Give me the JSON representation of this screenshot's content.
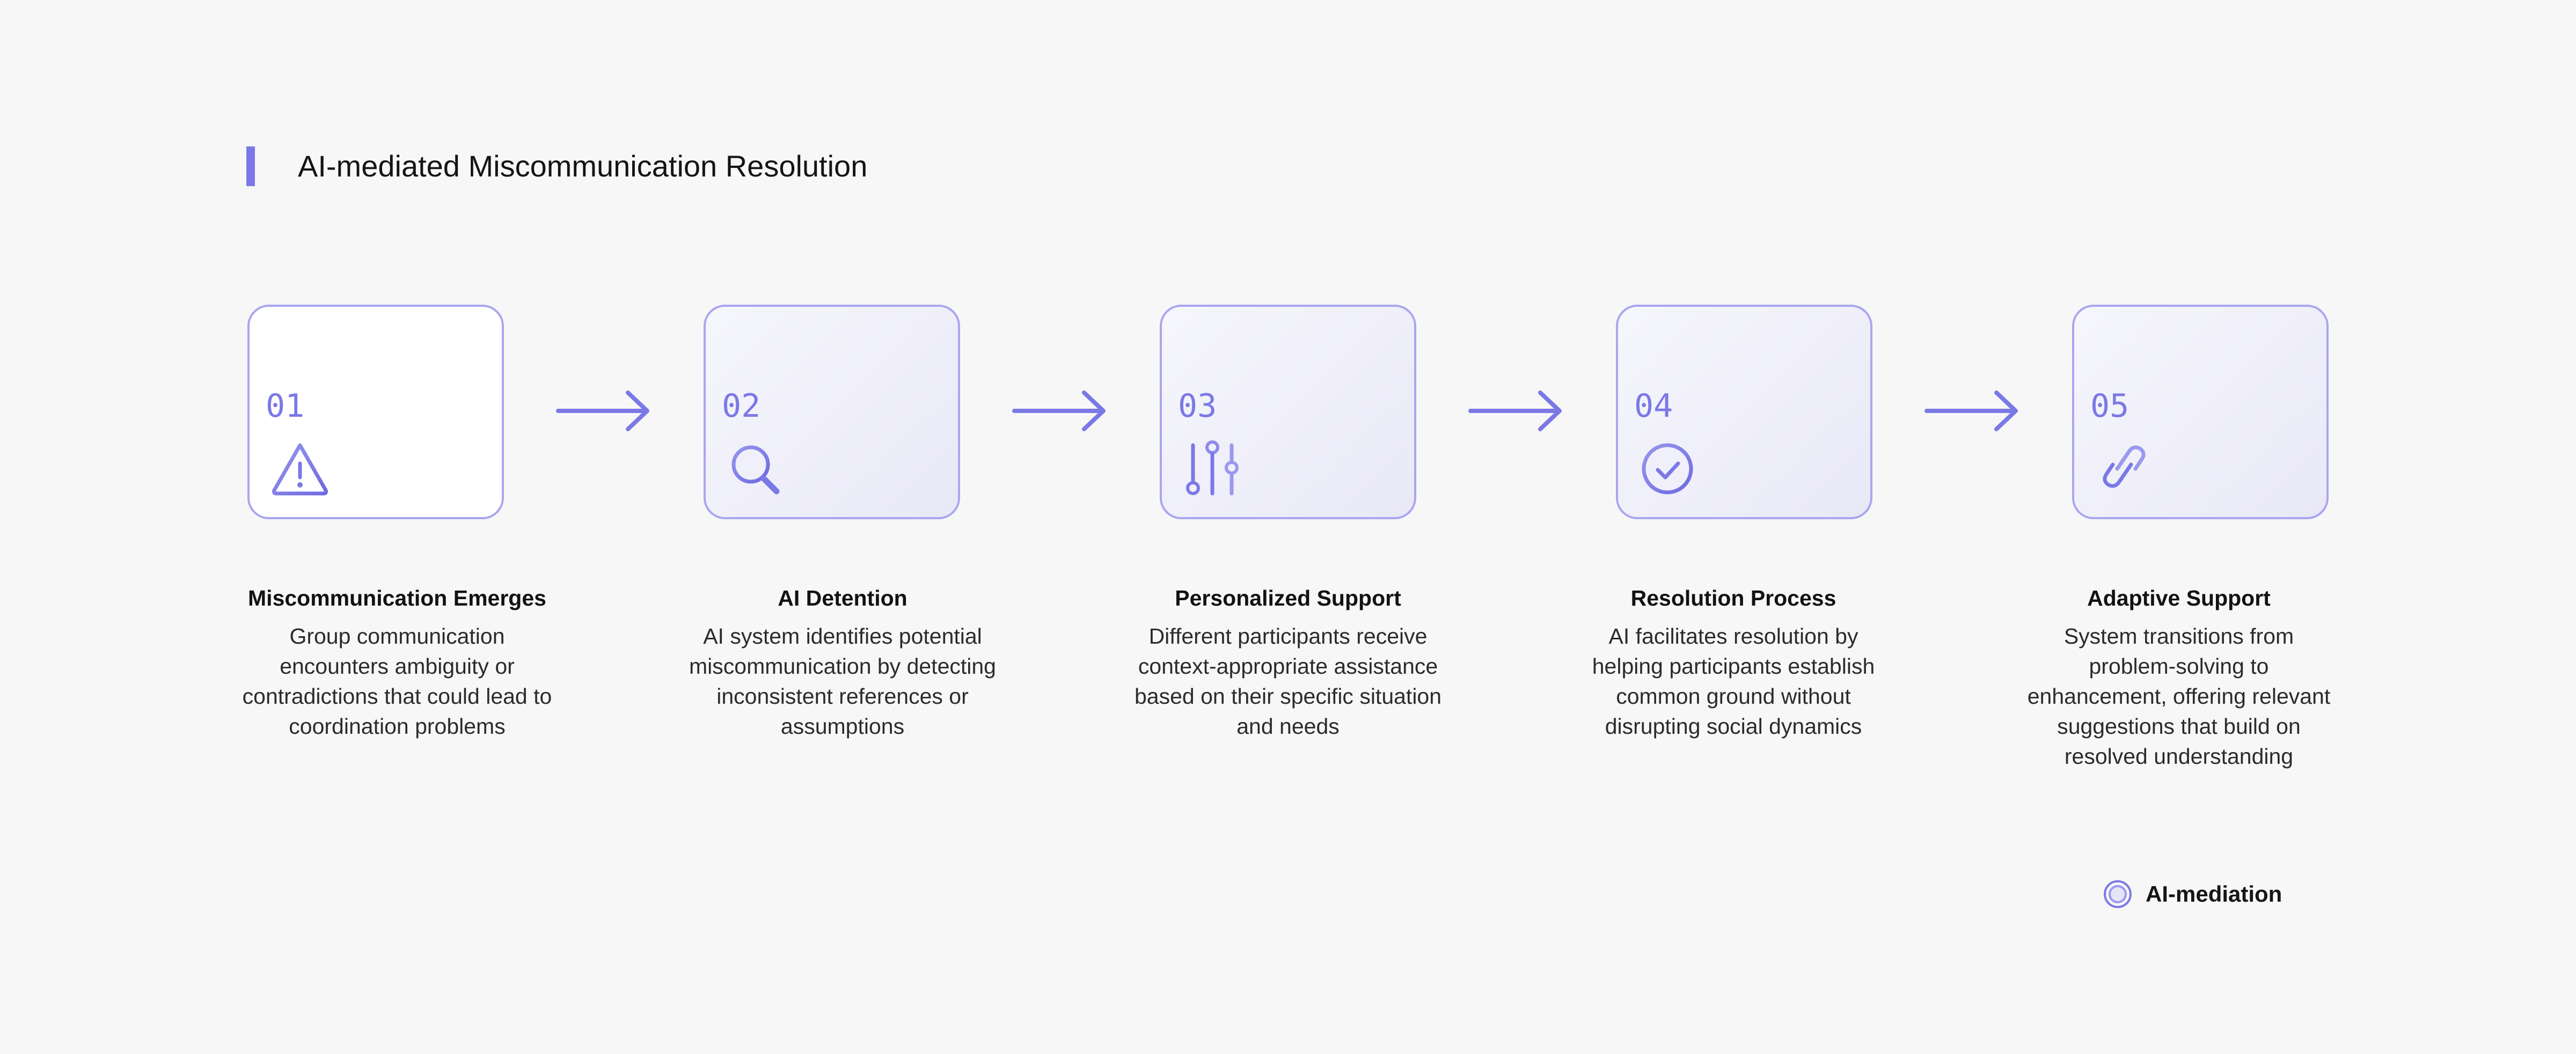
{
  "title": "AI-mediated Miscommunication Resolution",
  "accent_color": "#7b79e6",
  "steps": [
    {
      "number": "01",
      "icon": "warning-triangle-icon",
      "title": "Miscommunication Emerges",
      "description": "Group communication encounters ambiguity or contradictions that could lead to coordination problems"
    },
    {
      "number": "02",
      "icon": "magnifier-icon",
      "title": "AI Detention",
      "description": "AI system identifies potential miscommunication by detecting inconsistent references or assumptions"
    },
    {
      "number": "03",
      "icon": "sliders-icon",
      "title": "Personalized Support",
      "description": "Different participants receive context-appropriate assistance based on their specific situation and needs"
    },
    {
      "number": "04",
      "icon": "check-circle-icon",
      "title": "Resolution Process",
      "description": "AI facilitates resolution by helping participants establish common ground without disrupting social dynamics"
    },
    {
      "number": "05",
      "icon": "link-icon",
      "title": "Adaptive Support",
      "description": "System transitions from problem-solving to enhancement, offering relevant suggestions that build on resolved understanding"
    }
  ],
  "legend": {
    "icon": "double-ring-icon",
    "label": "AI-mediation"
  }
}
